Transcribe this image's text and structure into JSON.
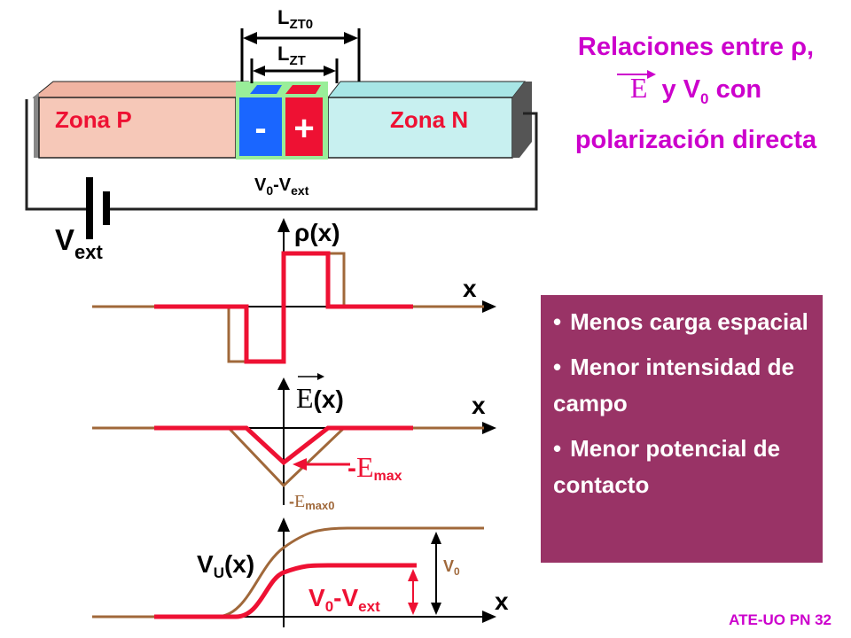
{
  "device": {
    "zone_p": "Zona P",
    "zone_n": "Zona N",
    "minus": "-",
    "plus": "+",
    "lzt0": "L",
    "lzt0_sub": "ZT0",
    "lzt": "L",
    "lzt_sub": "ZT",
    "junction_v": "V",
    "junction_v_sub0": "0",
    "junction_v_dash": "-V",
    "junction_v_sub_ext": "ext",
    "vext": "V",
    "vext_sub": "ext"
  },
  "title": {
    "line1": "Relaciones entre ρ,",
    "line2_symbol": "E",
    "line2_rest": "y V",
    "line2_sub": "0",
    "line2_end": "con",
    "line3": "polarización directa"
  },
  "rho_plot": {
    "ylabel": "ρ(x)",
    "xlabel": "x"
  },
  "field_plot": {
    "ylabel_symbol": "E",
    "ylabel_rest": "(x)",
    "xlabel": "x",
    "emax_dash": "-",
    "emax_symbol": "E",
    "emax_sub": "max",
    "emax0_dash": "-",
    "emax0_symbol": "E",
    "emax0_sub": "max0"
  },
  "pot_plot": {
    "ylabel": "V",
    "ylabel_sub": "U",
    "ylabel_end": "(x)",
    "xlabel": "x",
    "v0": "V",
    "v0_sub": "0",
    "v0ext": "V",
    "v0ext_sub0": "0",
    "v0ext_dash": "-V",
    "v0ext_sub_ext": "ext"
  },
  "panel": {
    "items": [
      "Menos carga espacial",
      "Menor intensidad de campo",
      "Menor potencial de contacto"
    ]
  },
  "footer": "ATE-UO PN 32",
  "colors": {
    "red": "#ee1133",
    "brown": "#a0683a",
    "magenta": "#cc00cc",
    "panel": "#993366",
    "zone_p": "#f6c8b8",
    "zone_n": "#c8f0f0",
    "minus_box": "#1a66ff",
    "plus_box": "#ee1133"
  }
}
